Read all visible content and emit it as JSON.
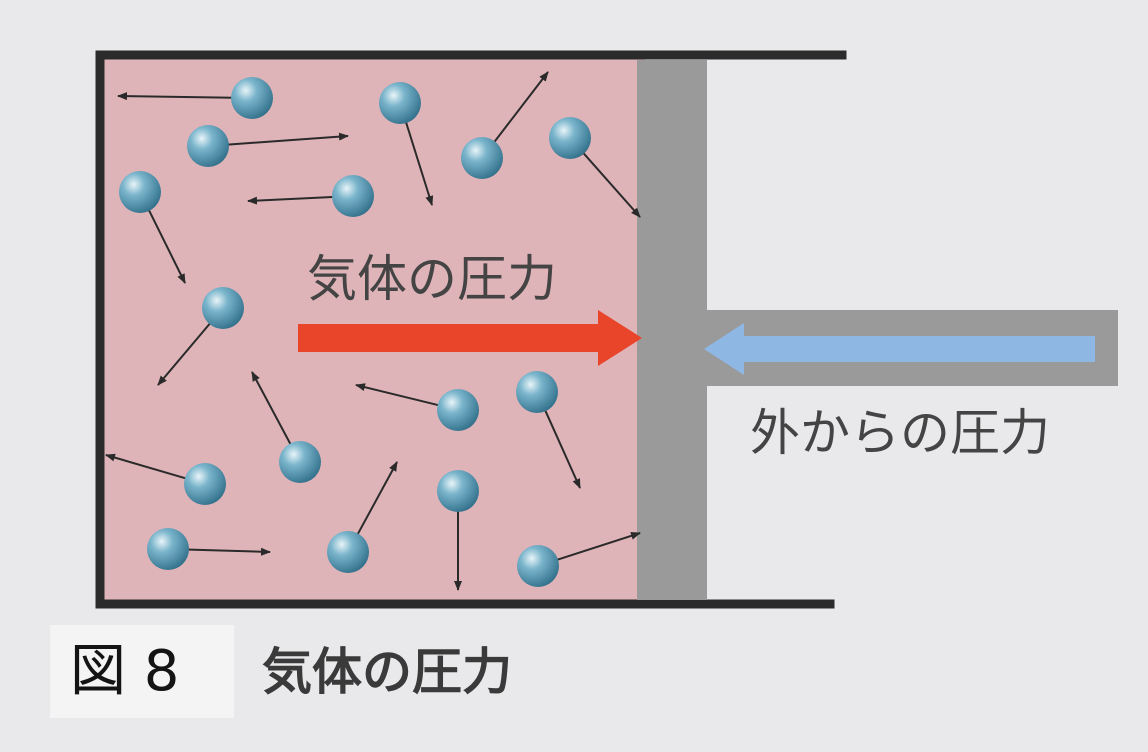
{
  "labels": {
    "gas_pressure": "気体の圧力",
    "outside_pressure": "外からの圧力"
  },
  "figure": {
    "number": "図 8",
    "title": "気体の圧力"
  },
  "colors": {
    "gas_fill": "#dfb4b8",
    "piston": "#9a9a9a",
    "wall": "#2b2b2b",
    "molecule": "#5f9fba",
    "gas_arrow": "#e8452a",
    "outside_arrow": "#8fb7e4"
  },
  "icons": {
    "molecule": "molecule-icon",
    "velocity_arrow": "velocity-arrow-icon"
  }
}
